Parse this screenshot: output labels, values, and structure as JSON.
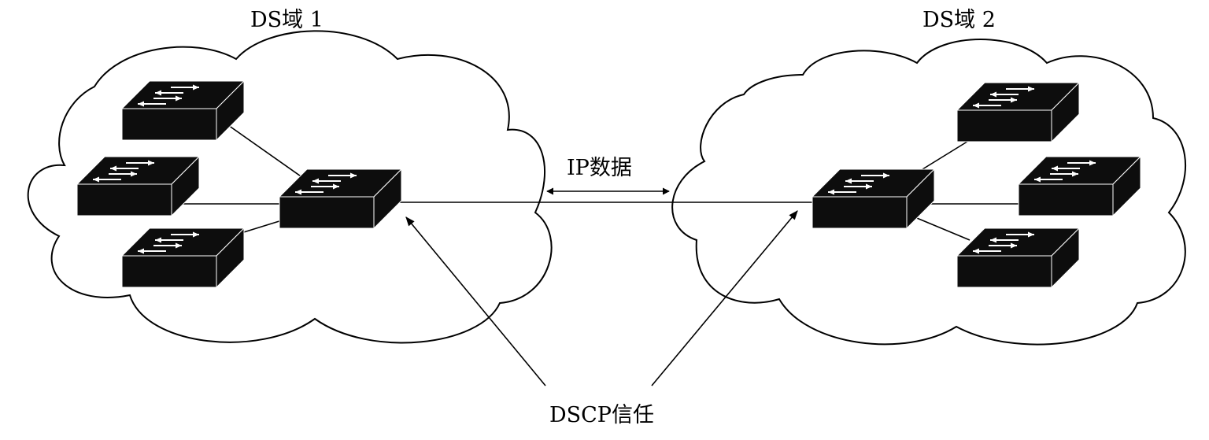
{
  "domains": [
    {
      "title": "DS域 1",
      "switch_count": 4
    },
    {
      "title": "DS域 2",
      "switch_count": 4
    }
  ],
  "link_label": "IP数据",
  "trust_label": "DSCP信任",
  "icons": {
    "cloud": "cloud-icon",
    "switch": "network-switch-icon",
    "arrow": "double-arrow-icon"
  },
  "colors": {
    "switch_fill": "#0d0d0d",
    "line": "#000000",
    "background": "#ffffff"
  }
}
